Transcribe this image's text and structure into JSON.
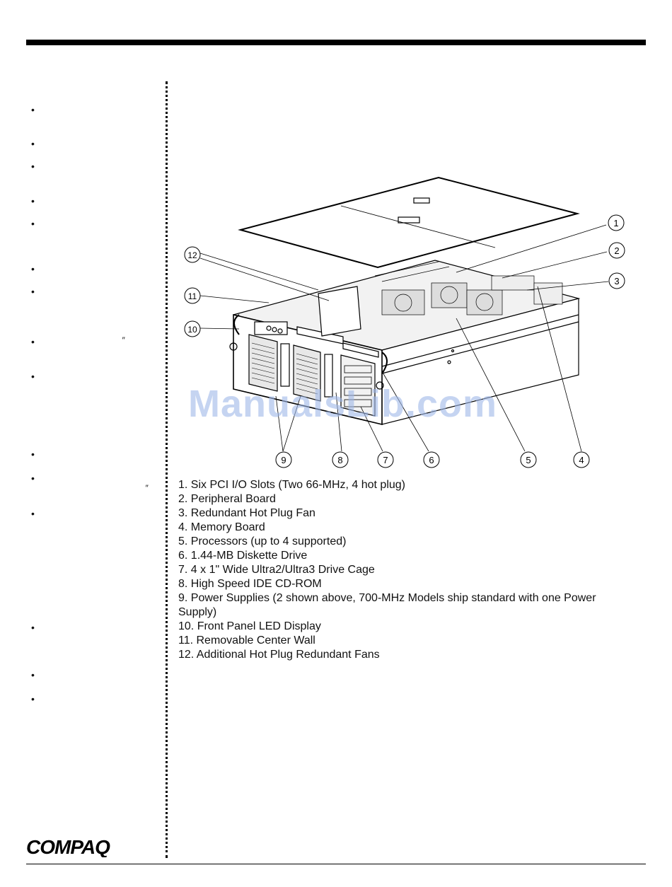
{
  "legend": [
    "1. Six PCI I/O Slots (Two 66-MHz, 4 hot plug)",
    "2. Peripheral Board",
    "3. Redundant Hot Plug Fan",
    "4. Memory Board",
    "5. Processors (up to 4 supported)",
    "6. 1.44-MB Diskette Drive",
    "7. 4 x 1\" Wide Ultra2/Ultra3 Drive Cage",
    "8. High Speed IDE CD-ROM",
    "9. Power Supplies (2 shown above, 700-MHz Models ship standard with one Power Supply)",
    "10. Front Panel LED Display",
    "11. Removable Center Wall",
    "12. Additional Hot Plug Redundant Fans"
  ],
  "callouts": [
    "1",
    "2",
    "3",
    "4",
    "5",
    "6",
    "7",
    "8",
    "9",
    "10",
    "11",
    "12"
  ],
  "sidebar": {
    "bullet_char": "•",
    "quote_char": "″"
  },
  "watermark": "ManualsLib.com",
  "brand": {
    "logo_text": "COMPAQ"
  }
}
